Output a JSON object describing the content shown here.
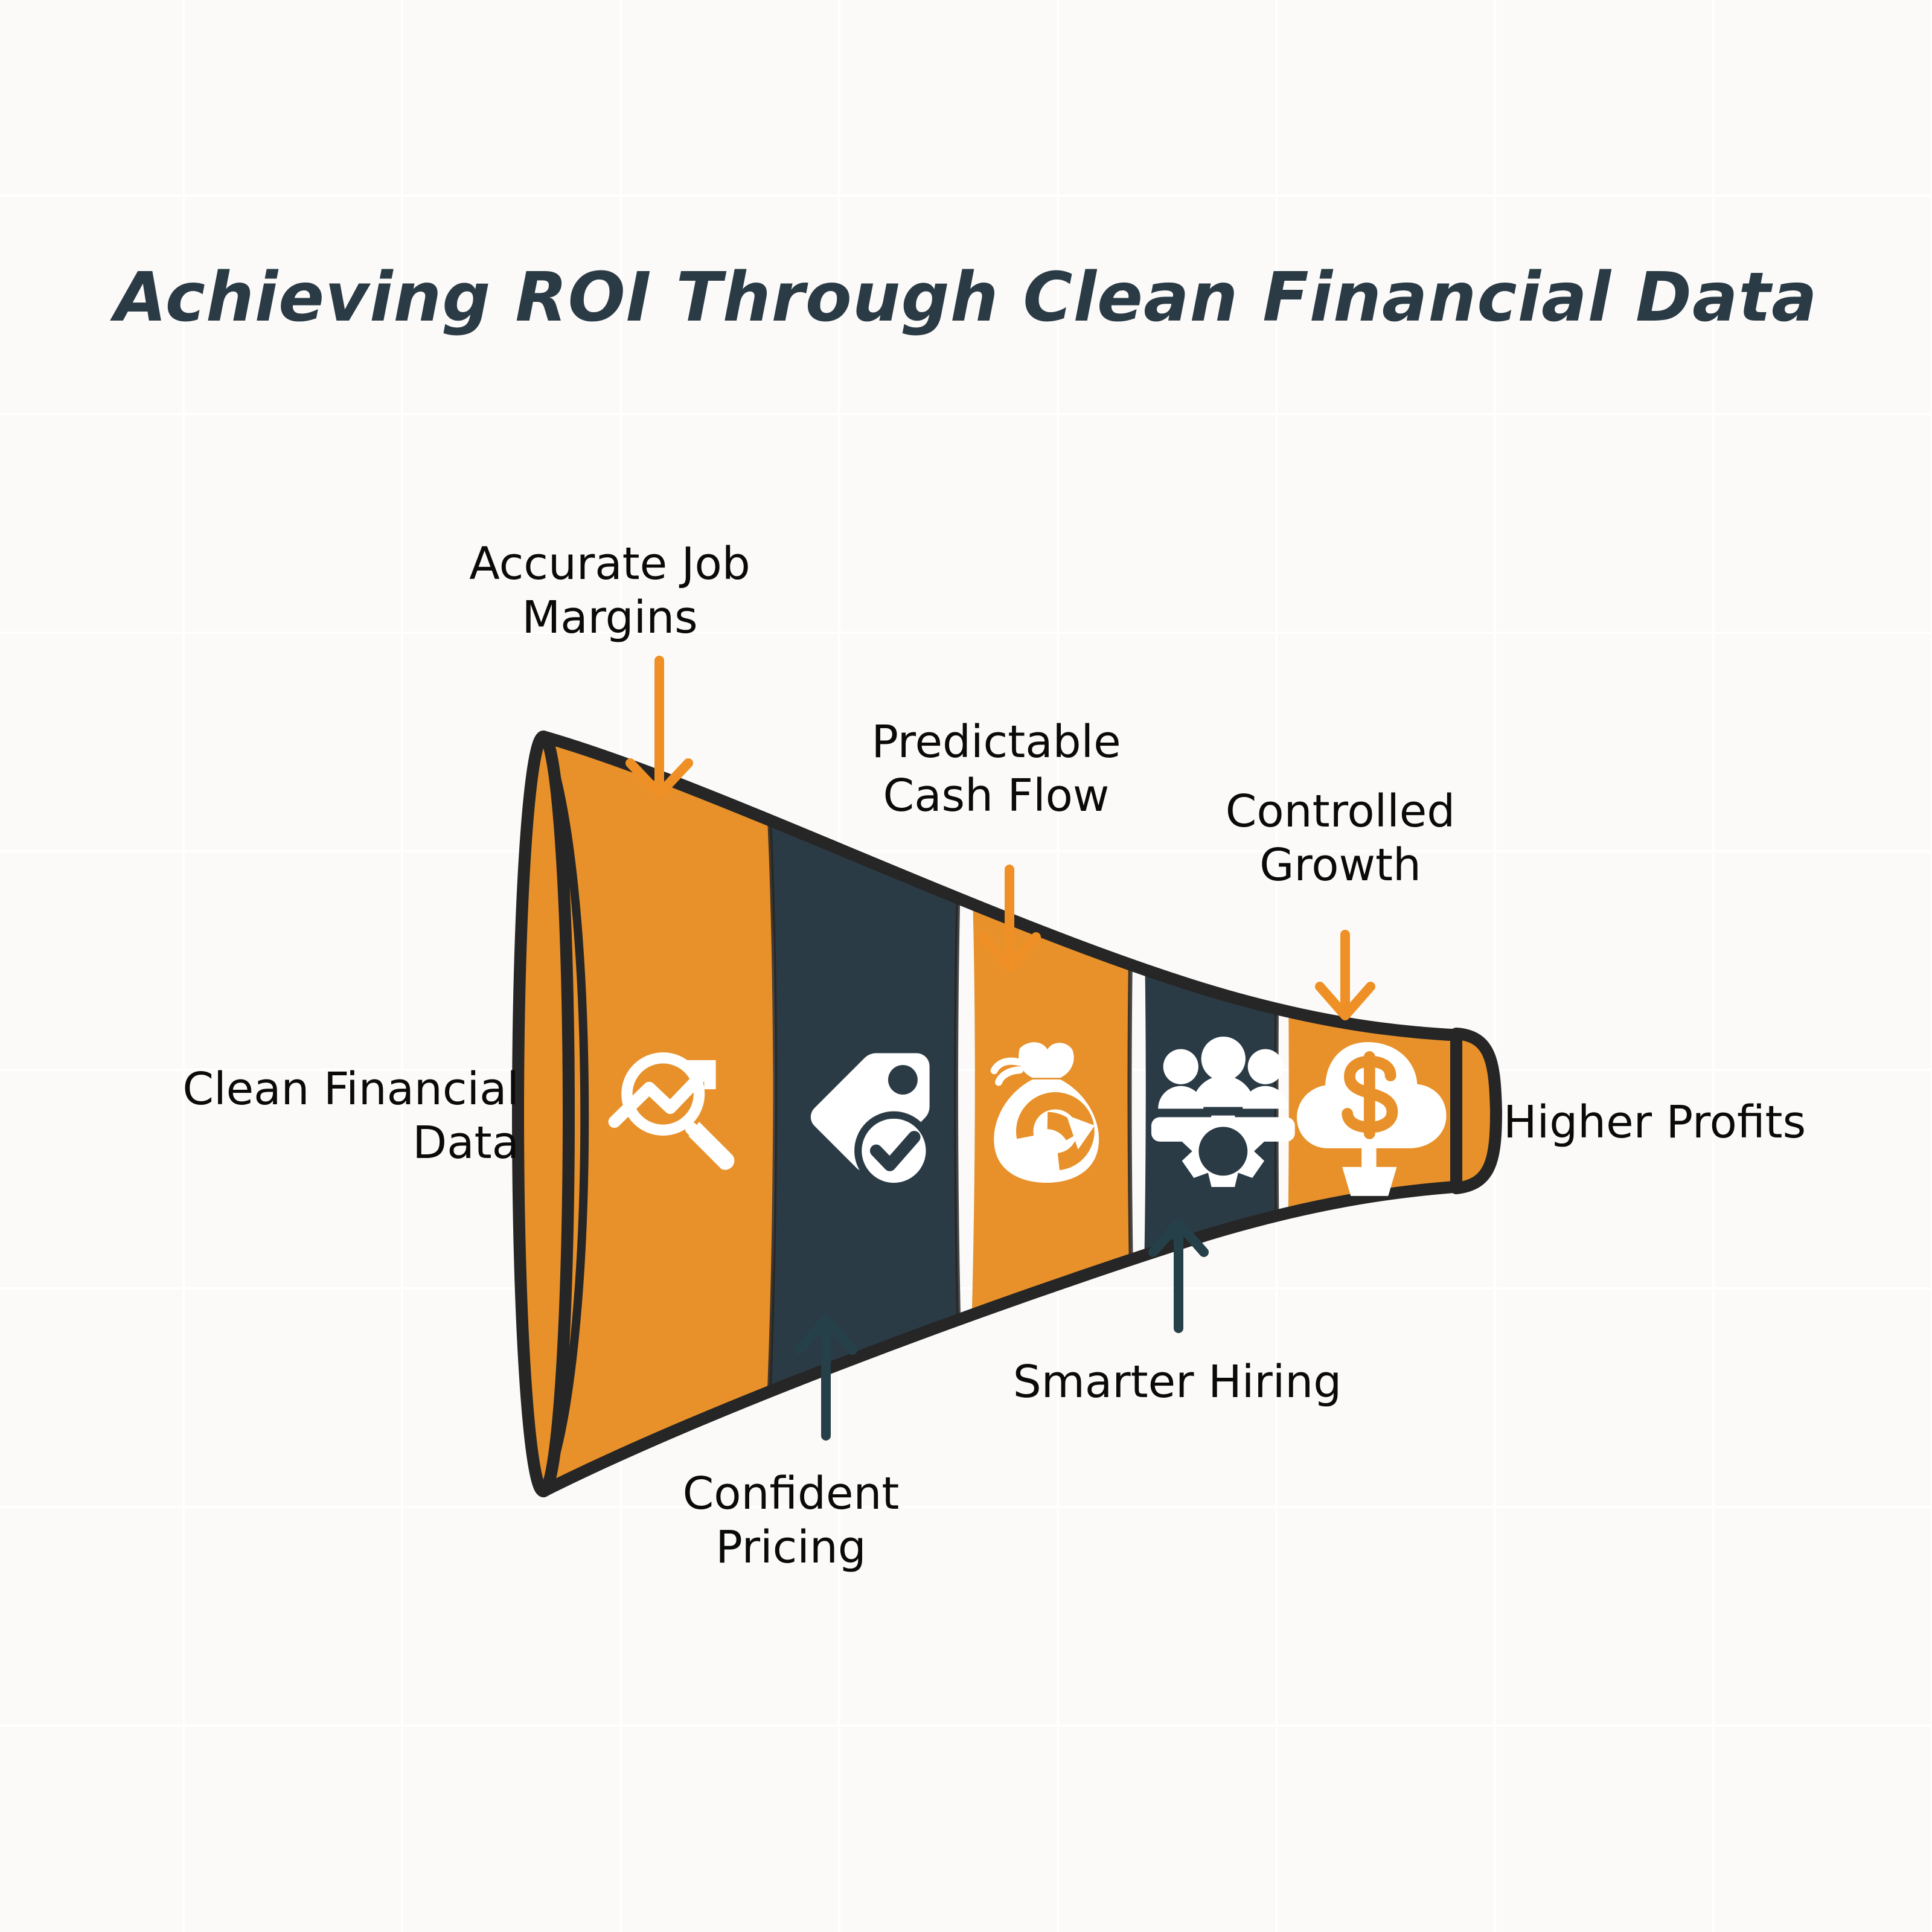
{
  "title": "Achieving ROI Through Clean Financial Data",
  "colors": {
    "background": "#fbfaf8",
    "grid_line": "#ffffff",
    "orange": "#e8912a",
    "dark_navy": "#2b3b46",
    "outline": "#262626",
    "title_text": "#2b3b46",
    "label_text": "#0a0a0a",
    "icon_fill": "#ffffff",
    "arrow_orange": "#ee9025",
    "arrow_navy": "#264049"
  },
  "funnel": {
    "input_label": "Clean Financial Data",
    "output_label": "Higher Profits",
    "segments": [
      {
        "index": 1,
        "fill": "orange",
        "icon": "magnifier-trend-icon",
        "label": "Accurate Job Margins",
        "arrow": "down",
        "arrow_color": "#ee9025"
      },
      {
        "index": 2,
        "fill": "dark_navy",
        "icon": "price-tag-check-icon",
        "label": "Confident Pricing",
        "arrow": "up",
        "arrow_color": "#264049"
      },
      {
        "index": 3,
        "fill": "orange",
        "icon": "money-bag-cycle-icon",
        "label": "Predictable Cash Flow",
        "arrow": "down",
        "arrow_color": "#ee9025"
      },
      {
        "index": 4,
        "fill": "dark_navy",
        "icon": "team-gear-icon",
        "label": "Smarter Hiring",
        "arrow": "up",
        "arrow_color": "#264049"
      },
      {
        "index": 5,
        "fill": "orange",
        "icon": "money-tree-icon",
        "label": "Controlled Growth",
        "arrow": "down",
        "arrow_color": "#ee9025"
      }
    ]
  },
  "labels": {
    "accurate_job_margins": "Accurate Job\nMargins",
    "predictable_cash_flow": "Predictable\nCash Flow",
    "controlled_growth": "Controlled\nGrowth",
    "clean_financial_data": "Clean Financial\nData",
    "higher_profits": "Higher Profits",
    "confident_pricing": "Confident\nPricing",
    "smarter_hiring": "Smarter Hiring"
  }
}
